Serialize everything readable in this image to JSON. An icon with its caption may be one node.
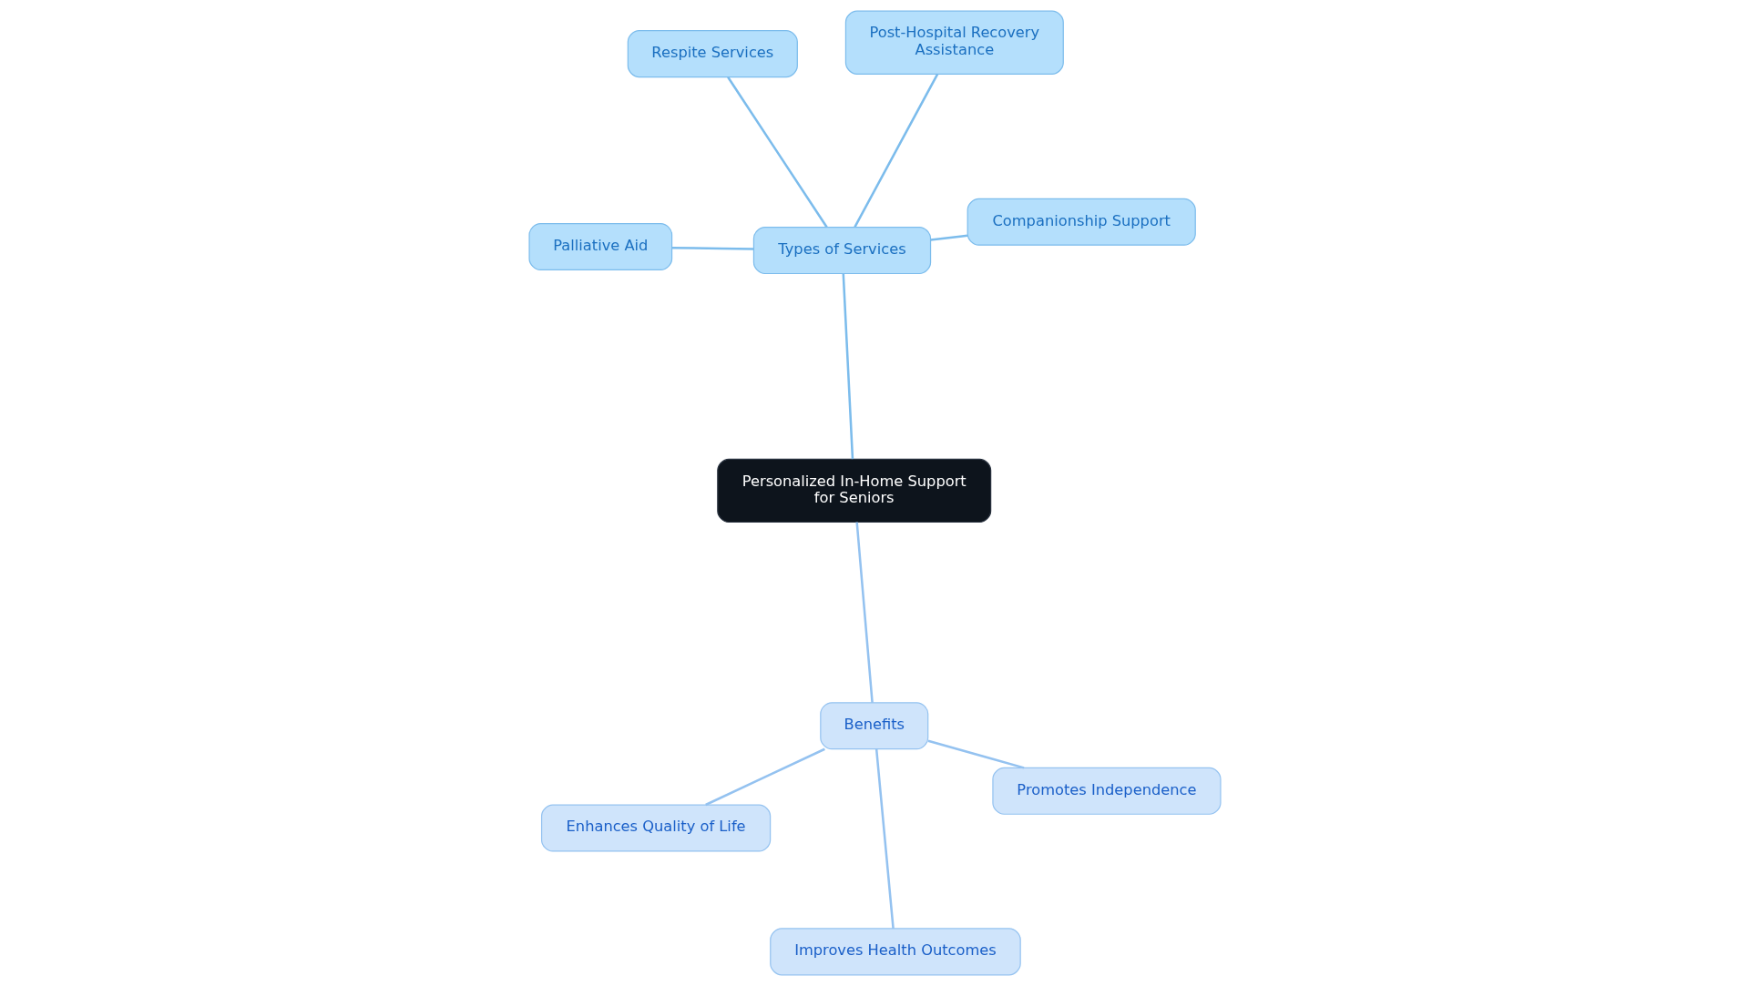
{
  "diagram": {
    "nodes": [
      {
        "text": [
          "Personalized In-Home Support for Seniors"
        ]
      },
      {
        "text": [
          "Types of Services"
        ]
      },
      {
        "text": [
          "Companionship Support"
        ]
      },
      {
        "text": [
          "Respite Services"
        ]
      },
      {
        "text": [
          "Post-Hospital Recovery Assistance"
        ]
      },
      {
        "text": [
          "Palliative Aid"
        ]
      },
      {
        "text": [
          "Benefits"
        ]
      },
      {
        "text": [
          "Promotes Independence"
        ]
      },
      {
        "text": [
          "Improves Health Outcomes"
        ]
      },
      {
        "text": [
          "Enhances Quality of Life"
        ]
      }
    ],
    "edges": [
      {
        "from": 0,
        "to": 1,
        "arrow": "none"
      },
      {
        "from": 1,
        "to": 2,
        "arrow": "none"
      },
      {
        "from": 1,
        "to": 3,
        "arrow": "none"
      },
      {
        "from": 1,
        "to": 4,
        "arrow": "none"
      },
      {
        "from": 1,
        "to": 5,
        "arrow": "none"
      },
      {
        "from": 0,
        "to": 6,
        "arrow": "none"
      },
      {
        "from": 6,
        "to": 7,
        "arrow": "none"
      },
      {
        "from": 6,
        "to": 8,
        "arrow": "none"
      },
      {
        "from": 6,
        "to": 9,
        "arrow": "none"
      }
    ]
  }
}
